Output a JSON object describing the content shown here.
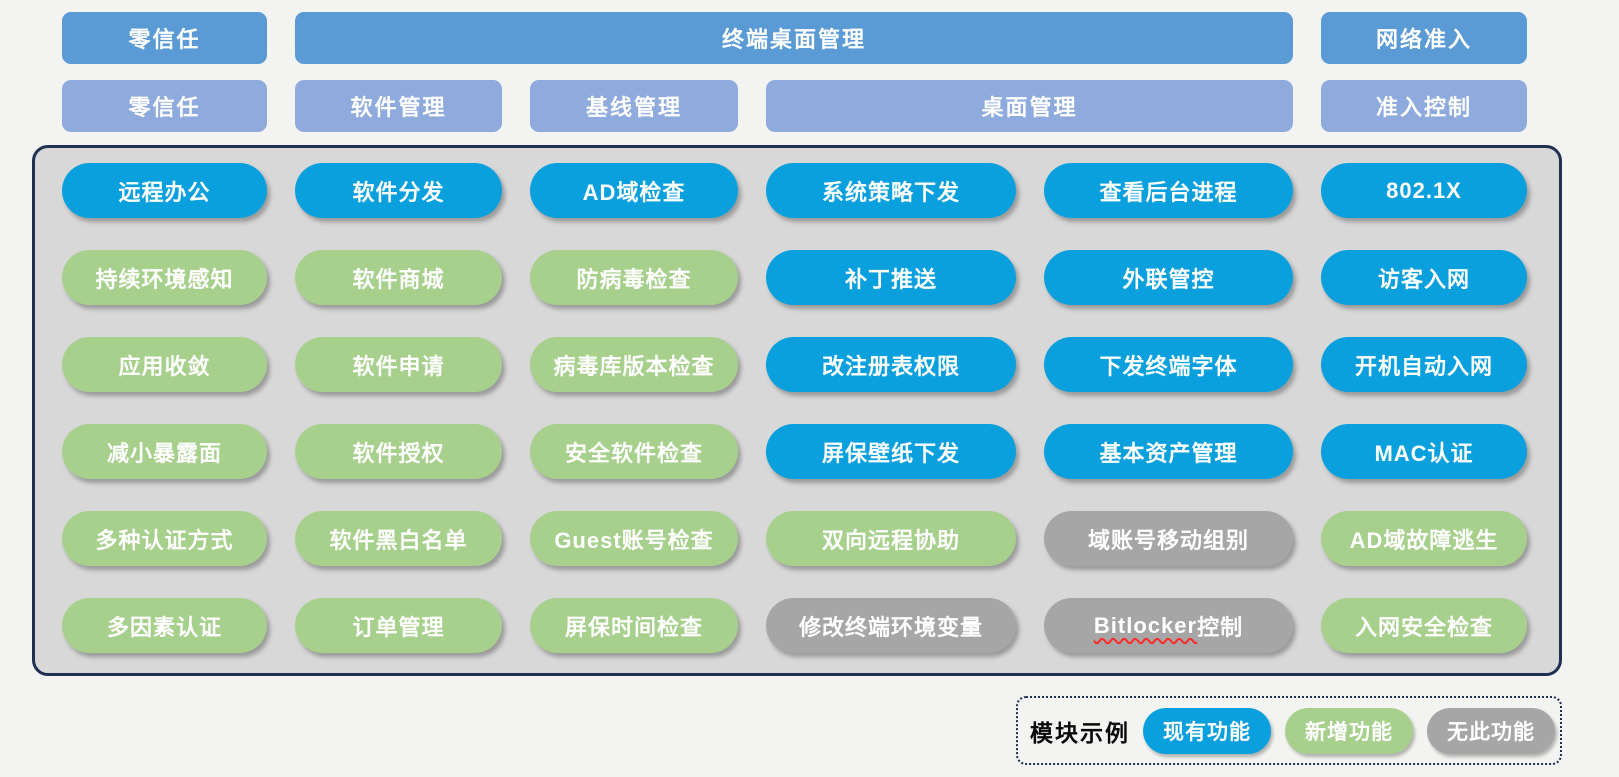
{
  "palette": {
    "page_bg": "#f3f4f1",
    "header_primary": "#5b9bd5",
    "header_secondary": "#8faadc",
    "panel_bg": "#d8d8d8",
    "panel_border": "#1f3052",
    "status_existing": "#0aa0de",
    "status_new": "#a8d08d",
    "status_none": "#a6a6a6",
    "pill_text": "#ffffff"
  },
  "top_headers": [
    {
      "label": "零信任",
      "span": 1
    },
    {
      "label": "终端桌面管理",
      "span": 4
    },
    {
      "label": "网络准入",
      "span": 1
    }
  ],
  "sub_headers": [
    {
      "label": "零信任",
      "span": 1
    },
    {
      "label": "软件管理",
      "span": 1
    },
    {
      "label": "基线管理",
      "span": 1
    },
    {
      "label": "桌面管理",
      "span": 2
    },
    {
      "label": "准入控制",
      "span": 1
    }
  ],
  "matrix": {
    "columns": [
      {
        "name": "零信任",
        "items": [
          {
            "label": "远程办公",
            "status": "existing"
          },
          {
            "label": "持续环境感知",
            "status": "new"
          },
          {
            "label": "应用收敛",
            "status": "new"
          },
          {
            "label": "减小暴露面",
            "status": "new"
          },
          {
            "label": "多种认证方式",
            "status": "new"
          },
          {
            "label": "多因素认证",
            "status": "new"
          }
        ]
      },
      {
        "name": "软件管理",
        "items": [
          {
            "label": "软件分发",
            "status": "existing"
          },
          {
            "label": "软件商城",
            "status": "new"
          },
          {
            "label": "软件申请",
            "status": "new"
          },
          {
            "label": "软件授权",
            "status": "new"
          },
          {
            "label": "软件黑白名单",
            "status": "new"
          },
          {
            "label": "订单管理",
            "status": "new"
          }
        ]
      },
      {
        "name": "基线管理",
        "items": [
          {
            "label": "AD域检查",
            "status": "existing"
          },
          {
            "label": "防病毒检查",
            "status": "new"
          },
          {
            "label": "病毒库版本检查",
            "status": "new"
          },
          {
            "label": "安全软件检查",
            "status": "new"
          },
          {
            "label": "Guest账号检查",
            "status": "new"
          },
          {
            "label": "屏保时间检查",
            "status": "new"
          }
        ]
      },
      {
        "name": "桌面管理-左",
        "items": [
          {
            "label": "系统策略下发",
            "status": "existing"
          },
          {
            "label": "补丁推送",
            "status": "existing"
          },
          {
            "label": "改注册表权限",
            "status": "existing"
          },
          {
            "label": "屏保壁纸下发",
            "status": "existing"
          },
          {
            "label": "双向远程协助",
            "status": "new"
          },
          {
            "label": "修改终端环境变量",
            "status": "none"
          }
        ]
      },
      {
        "name": "桌面管理-右",
        "items": [
          {
            "label": "查看后台进程",
            "status": "existing"
          },
          {
            "label": "外联管控",
            "status": "existing"
          },
          {
            "label": "下发终端字体",
            "status": "existing"
          },
          {
            "label": "基本资产管理",
            "status": "existing"
          },
          {
            "label": "域账号移动组别",
            "status": "none"
          },
          {
            "label": "Bitlocker控制",
            "status": "none",
            "spellcheck_underline": "Bitlocker"
          }
        ]
      },
      {
        "name": "准入控制",
        "items": [
          {
            "label": "802.1X",
            "status": "existing"
          },
          {
            "label": "访客入网",
            "status": "existing"
          },
          {
            "label": "开机自动入网",
            "status": "existing"
          },
          {
            "label": "MAC认证",
            "status": "existing"
          },
          {
            "label": "AD域故障逃生",
            "status": "new"
          },
          {
            "label": "入网安全检查",
            "status": "new"
          }
        ]
      }
    ]
  },
  "legend": {
    "title": "模块示例",
    "items": [
      {
        "label": "现有功能",
        "status": "existing"
      },
      {
        "label": "新增功能",
        "status": "new"
      },
      {
        "label": "无此功能",
        "status": "none"
      }
    ]
  }
}
